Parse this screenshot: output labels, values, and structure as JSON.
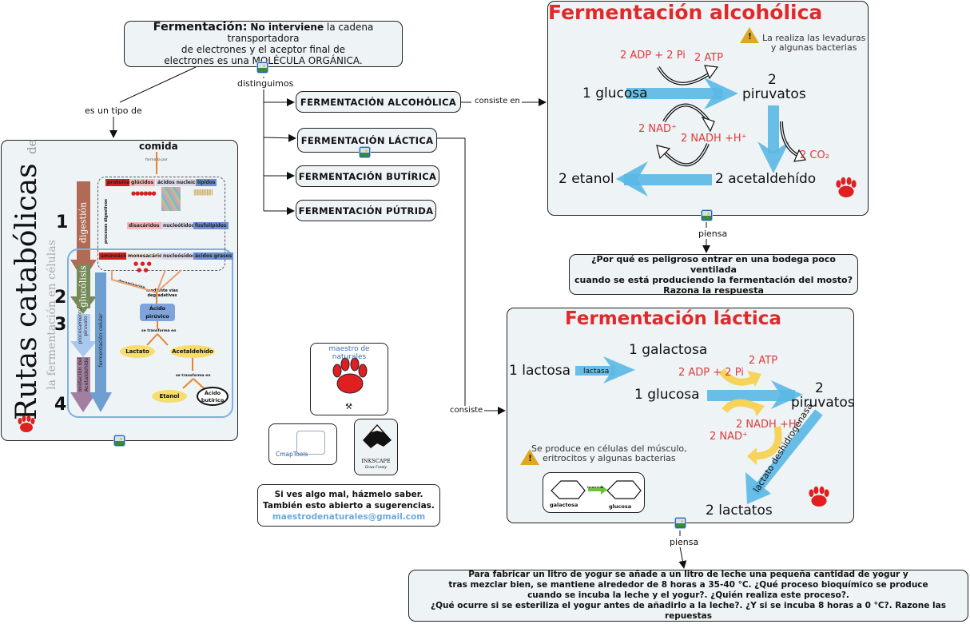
{
  "main_concept": {
    "title": "Fermentación:",
    "bold_part": "No interviene",
    "line1_rest": "la cadena transportadora",
    "line2": "de electrones y el aceptor final de",
    "line3": "electrones es una MOLÉCULA ORGÁNICA."
  },
  "links": {
    "es_un_tipo_de": "es un tipo de",
    "distinguimos": "distinguimos",
    "consiste_en": "consiste en",
    "consiste": "consiste",
    "piensa_1": "piensa",
    "piensa_2": "piensa"
  },
  "types": [
    {
      "label": "FERMENTACIÓN ALCOHÓLICA"
    },
    {
      "label": "FERMENTACIÓN LÁCTICA"
    },
    {
      "label": "FERMENTACIÓN BUTÍRICA"
    },
    {
      "label": "FERMENTACIÓN PÚTRIDA"
    }
  ],
  "rutas_panel": {
    "title": "Rutas catabólicas",
    "title_suffix": "de",
    "subtitle": "la fermentación en células",
    "top_label": "comida",
    "formada_por": "formada por",
    "steps": [
      "1",
      "2",
      "3",
      "4"
    ],
    "arrows": {
      "digestion": "digestión",
      "glucolisis": "glucólisis",
      "piruvato": "procesamiento piruvato",
      "oxidacion": "oxidación del Acetaldehído",
      "fermentacion_celular": "fermentación celular"
    },
    "macromolecules": [
      "proteínas",
      "glúcidos",
      "ácidos nucleicos",
      "lípidos"
    ],
    "intermediates": [
      "disacáridos",
      "nucleótidos",
      "fosfolípidos"
    ],
    "monomers": [
      "aminoácidos",
      "monosacáridos",
      "nucleósidos",
      "ácidos grasos"
    ],
    "procesos_digestivos": "procesos digestivos",
    "desaminacion": "desaminación",
    "mediante": "mediante vías degradativas",
    "acido_piruvico": "Ácido pirúvico",
    "se_transforma_1": "se transforma en",
    "lactato": "Lactato",
    "acetaldehido": "Acetaldehído",
    "se_transforma_2": "se transforma en",
    "etanol": "Etanol",
    "acido_butirico": "Ácido butírico"
  },
  "alcoholica_panel": {
    "title": "Fermentación alcohólica",
    "note_line1": "La realiza las levaduras",
    "note_line2": "y algunas bacterias",
    "adp": "2 ADP + 2 Pi",
    "atp": "2 ATP",
    "glucosa": "1 glucosa",
    "piruvatos_num": "2",
    "piruvatos": "piruvatos",
    "nad": "2 NAD⁺",
    "nadh": "2 NADH +H⁺",
    "co2": "2 CO₂",
    "etanol": "2 etanol",
    "acetaldehido": "2 acetaldehído"
  },
  "question_1": {
    "line1": "¿Por qué es peligroso entrar en una bodega poco ventilada",
    "line2": "cuando se está produciendo la fermentación del mosto?",
    "line3": "Razona la respuesta"
  },
  "lactica_panel": {
    "title": "Fermentación láctica",
    "galactosa": "1 galactosa",
    "lactosa": "1 lactosa",
    "lactasa": "lactasa",
    "adp": "2 ADP + 2 Pi",
    "atp": "2 ATP",
    "glucosa": "1 glucosa",
    "piruvatos_num": "2",
    "piruvatos": "piruvatos",
    "nadh": "2 NADH +H⁺",
    "nad": "2 NAD⁺",
    "enzyme": "lactato deshidrogenasa",
    "lactatos": "2 lactatos",
    "note_line1": "Se produce en células del músculo,",
    "note_line2": "eritrocitos y algunas bacterias",
    "iso_left": "galactosa",
    "iso_arrow": "isomerasa",
    "iso_right": "glucosa"
  },
  "question_2": {
    "line1": "Para fabricar un litro de yogur se añade a un litro de leche una pequeña cantidad de yogur y",
    "line2": "tras mezclar bien, se mantiene alrededor de 8 horas a 35-40 °C. ¿Qué proceso bioquímico se produce",
    "line3": "cuando se incuba la leche y el yogur?. ¿Quién realiza este proceso?.",
    "line4": "¿Qué ocurre si se esteriliza el yogur antes de añadirlo a la leche?. ¿Y si se incuba 8 horas a 0 °C?. Razone las repuestas"
  },
  "logos": {
    "maestro": "maestro de naturales",
    "cmaptools": "CmapTools",
    "inkscape": "INKSCAPE",
    "inkscape_tag": "Draw Freely"
  },
  "contact": {
    "line1": "Si ves algo mal, házmelo saber.",
    "line2": "También esto abierto a sugerencias.",
    "email": "maestrodenaturales@gmail.com"
  },
  "colors": {
    "node_bg": "#eef3f6",
    "title_red": "#e02a2a",
    "arrow_blue": "#5ab8e6",
    "arrow_yellow": "#f6d35a",
    "email_blue": "#6aa9e0"
  }
}
